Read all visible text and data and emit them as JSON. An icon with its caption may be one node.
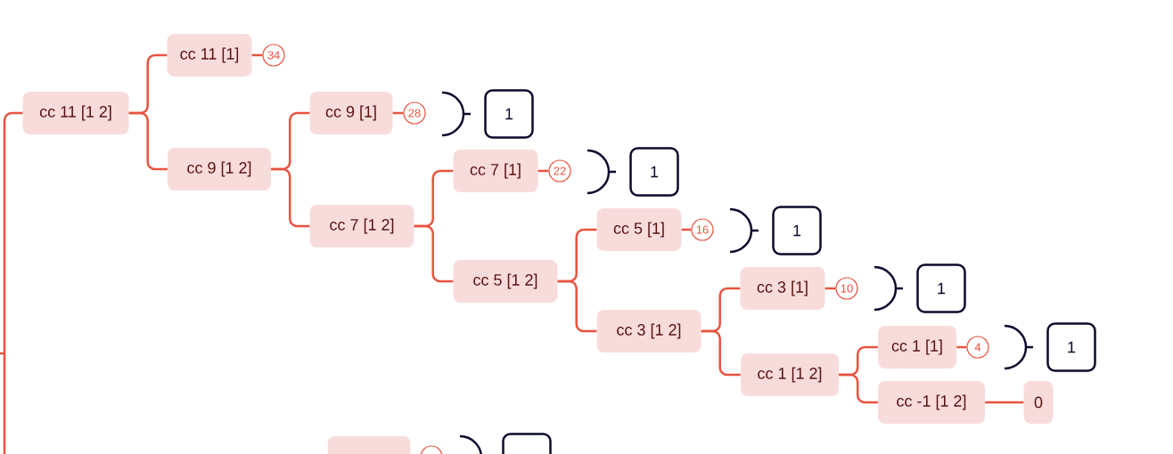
{
  "diagram": {
    "nodes": [
      {
        "text": [
          "cc 11 [1 2]"
        ]
      },
      {
        "text": [
          "cc 11 [1]"
        ]
      },
      {
        "text": [
          "34"
        ]
      },
      {
        "text": [
          "cc 9 [1 2]"
        ]
      },
      {
        "text": [
          "cc 9 [1]"
        ]
      },
      {
        "text": [
          "28"
        ]
      },
      {
        "text": [
          "1"
        ]
      },
      {
        "text": [
          "cc 7 [1 2]"
        ]
      },
      {
        "text": [
          "cc 7 [1]"
        ]
      },
      {
        "text": [
          "22"
        ]
      },
      {
        "text": [
          "1"
        ]
      },
      {
        "text": [
          "cc 5 [1 2]"
        ]
      },
      {
        "text": [
          "cc 5 [1]"
        ]
      },
      {
        "text": [
          "16"
        ]
      },
      {
        "text": [
          "1"
        ]
      },
      {
        "text": [
          "cc 3 [1 2]"
        ]
      },
      {
        "text": [
          "cc 3 [1]"
        ]
      },
      {
        "text": [
          "10"
        ]
      },
      {
        "text": [
          "1"
        ]
      },
      {
        "text": [
          "cc 1 [1 2]"
        ]
      },
      {
        "text": [
          "cc 1 [1]"
        ]
      },
      {
        "text": [
          "4"
        ]
      },
      {
        "text": [
          "1"
        ]
      },
      {
        "text": [
          "cc -1 [1 2]"
        ]
      },
      {
        "text": [
          "0"
        ]
      },
      {
        "text": [],
        "shape": "box"
      },
      {
        "text": [],
        "shape": "circle"
      },
      {
        "text": [],
        "shape": "box"
      }
    ],
    "edges": [
      {
        "from": null,
        "to": 0,
        "arrow": "none"
      },
      {
        "from": 0,
        "to": 1,
        "arrow": "none"
      },
      {
        "from": 0,
        "to": 3,
        "arrow": "none"
      },
      {
        "from": 1,
        "to": 2,
        "arrow": "none"
      },
      {
        "from": 3,
        "to": 4,
        "arrow": "none"
      },
      {
        "from": 3,
        "to": 7,
        "arrow": "none"
      },
      {
        "from": 4,
        "to": 5,
        "arrow": "none"
      },
      {
        "from": 7,
        "to": 8,
        "arrow": "none"
      },
      {
        "from": 7,
        "to": 11,
        "arrow": "none"
      },
      {
        "from": 8,
        "to": 9,
        "arrow": "none"
      },
      {
        "from": 11,
        "to": 12,
        "arrow": "none"
      },
      {
        "from": 11,
        "to": 15,
        "arrow": "none"
      },
      {
        "from": 12,
        "to": 13,
        "arrow": "none"
      },
      {
        "from": 15,
        "to": 16,
        "arrow": "none"
      },
      {
        "from": 15,
        "to": 19,
        "arrow": "none"
      },
      {
        "from": 16,
        "to": 17,
        "arrow": "none"
      },
      {
        "from": 19,
        "to": 20,
        "arrow": "none"
      },
      {
        "from": 19,
        "to": 23,
        "arrow": "none"
      },
      {
        "from": 20,
        "to": 21,
        "arrow": "none"
      },
      {
        "from": 23,
        "to": 24,
        "arrow": "none"
      }
    ]
  }
}
